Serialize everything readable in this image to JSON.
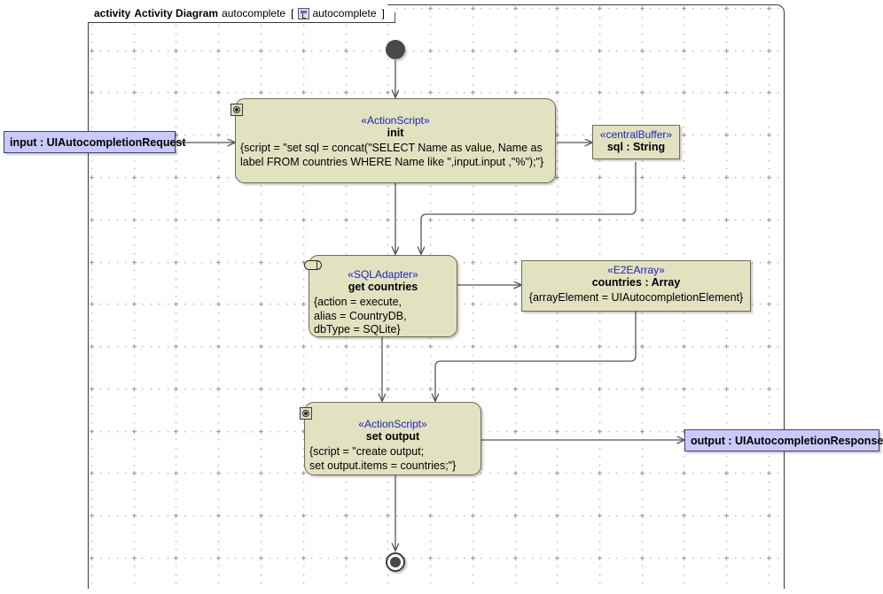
{
  "frame": {
    "keyword": "activity",
    "type_label": "Activity Diagram",
    "name": "autocomplete",
    "bracket_open": "[",
    "icon": "activity-diagram-icon",
    "inner_name": "autocomplete",
    "bracket_close": "]"
  },
  "colors": {
    "node_fill": "#e2e2c1",
    "node_border": "#6d6d55",
    "param_fill": "#c9c9fb",
    "param_border": "#41416a",
    "stereotype_text": "#2222bb",
    "edge": "#555555",
    "control_node": "#484848",
    "grid_dot": "#8e8e8e"
  },
  "nodes": {
    "initial": {
      "name": "initial-node"
    },
    "final": {
      "name": "activity-final-node"
    },
    "init": {
      "stereotype": "«ActionScript»",
      "title": "init",
      "body": "{script = \"set sql = concat(\"SELECT Name as value, Name as label FROM countries WHERE Name like \",input.input ,\"%\");\"}",
      "icon": "script-icon"
    },
    "sql_buffer": {
      "stereotype": "«centralBuffer»",
      "title": "sql : String"
    },
    "get_countries": {
      "stereotype": "«SQLAdapter»",
      "title": "get countries",
      "body": "{action = execute,\nalias = CountryDB,\ndbType = SQLite}",
      "icon": "adapter-icon"
    },
    "countries_array": {
      "stereotype": "«E2EArray»",
      "title": "countries : Array",
      "body": "{arrayElement = UIAutocompletionElement}"
    },
    "set_output": {
      "stereotype": "«ActionScript»",
      "title": "set output",
      "body": "{script = \"create output;\nset output.items = countries;\"}",
      "icon": "script-icon"
    },
    "input_param": {
      "label": "input : UIAutocompletionRequest"
    },
    "output_param": {
      "label": "output : UIAutocompletionResponse"
    }
  }
}
